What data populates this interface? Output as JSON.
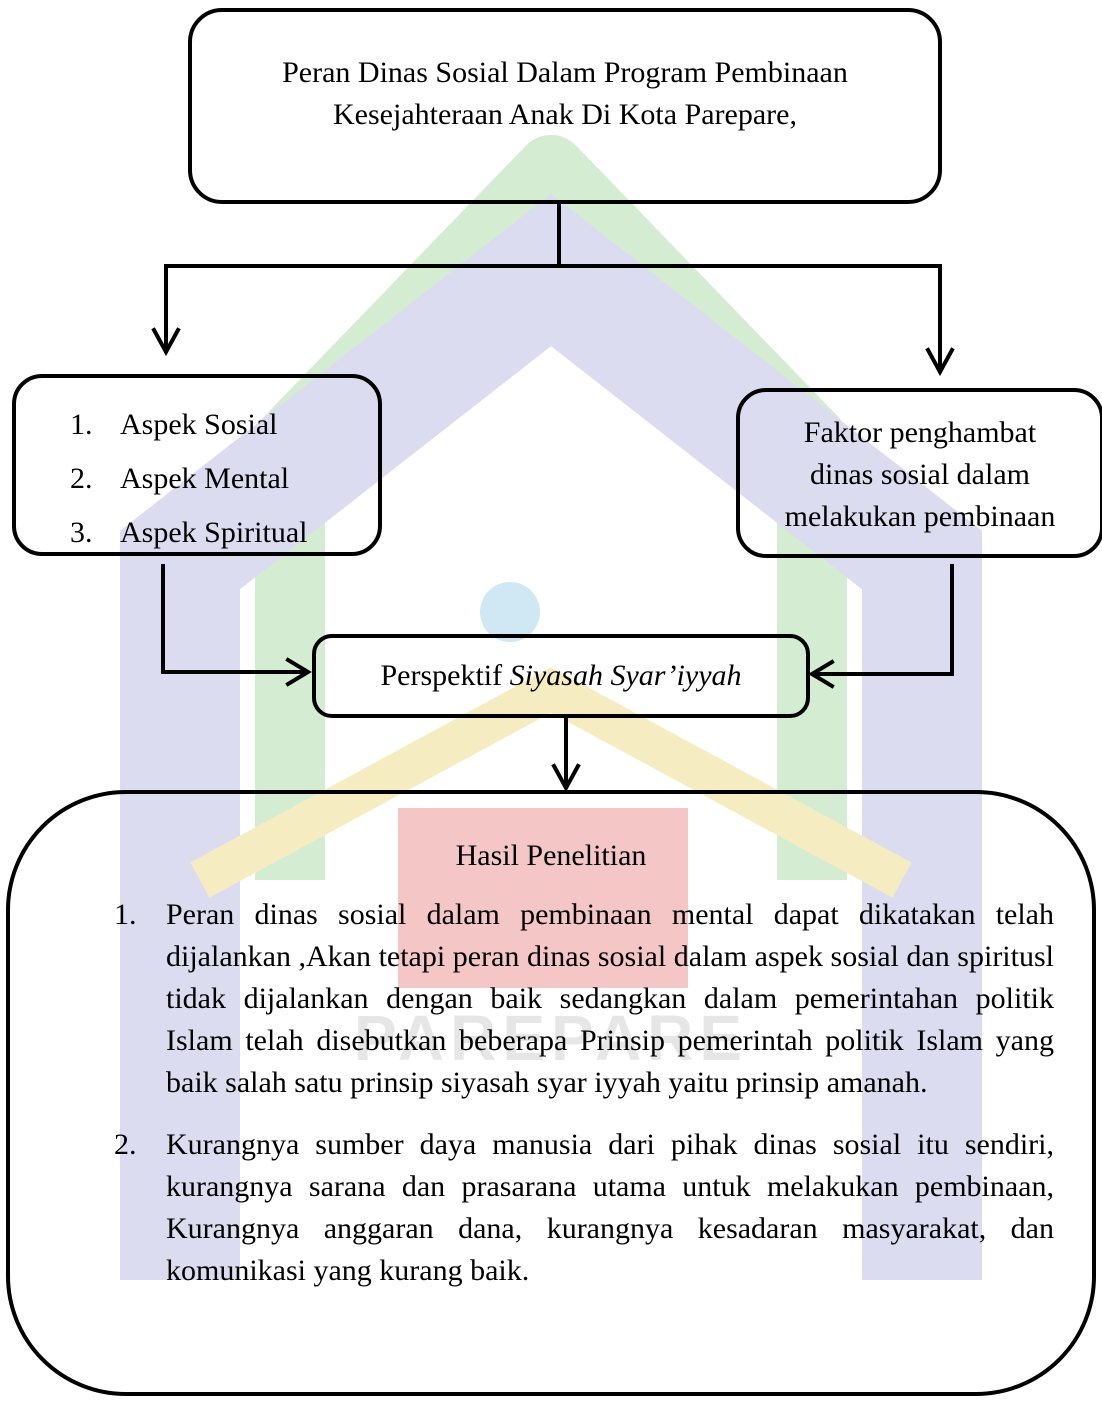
{
  "title_box": {
    "lines": [
      "Peran Dinas Sosial Dalam Program Pembinaan",
      "Kesejahteraan Anak Di Kota Parepare,"
    ]
  },
  "aspects": [
    {
      "number": "1.",
      "label": "Aspek Sosial"
    },
    {
      "number": "2.",
      "label": "Aspek Mental"
    },
    {
      "number": "3.",
      "label": "Aspek Spiritual"
    }
  ],
  "factor_box": {
    "lines": [
      "Faktor penghambat",
      "dinas sosial dalam",
      "melakukan pembinaan"
    ]
  },
  "perspective": {
    "prefix": "Perspektif ",
    "italic": "Siyasah Syar’iyyah"
  },
  "result": {
    "heading": "Hasil Penelitian",
    "items": [
      {
        "number": "1.",
        "text": "Peran dinas sosial dalam pembinaan mental dapat dikatakan telah dijalankan ,Akan tetapi peran dinas sosial dalam aspek sosial dan spiritusl tidak dijalankan dengan baik sedangkan dalam pemerintahan politik Islam telah disebutkan beberapa Prinsip pemerintah politik Islam yang baik salah satu prinsip siyasah syar iyyah yaitu prinsip amanah."
      },
      {
        "number": "2.",
        "text": "Kurangnya sumber daya manusia dari pihak dinas sosial itu sendiri, kurangnya sarana dan prasarana utama untuk melakukan pembinaan, Kurangnya anggaran dana, kurangnya kesadaran masyarakat, dan komunikasi yang kurang baik."
      }
    ]
  },
  "watermark": {
    "text": "PAREPARE",
    "colors": {
      "green": "#d4ecd2",
      "purple": "#dcdcf0",
      "red": "#f4c6c6",
      "yellow": "#f6ecc2",
      "blue": "#cfe8f4"
    }
  },
  "colors": {
    "line": "#000000",
    "text": "#000000",
    "background": "#ffffff"
  }
}
